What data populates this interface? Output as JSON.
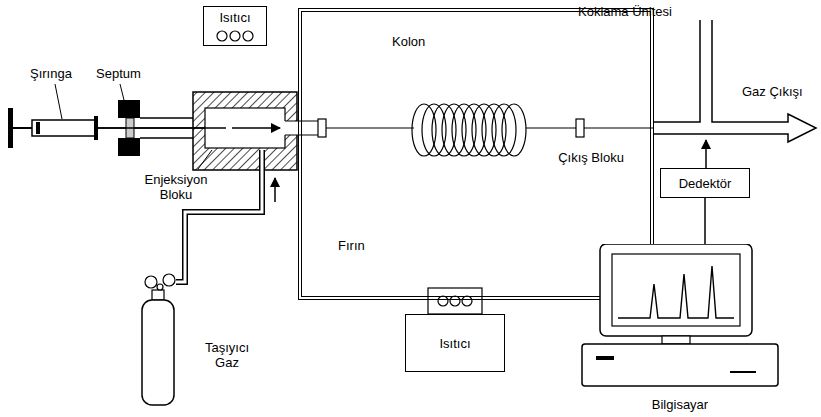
{
  "diagram": {
    "nodes": [
      {
        "text": [
          "Isıtıcı"
        ]
      },
      {
        "text": [
          "Fırın"
        ]
      },
      {
        "text": [
          "Isıtıcı"
        ]
      },
      {
        "text": [
          "Dedektör"
        ]
      },
      {
        "text": [
          "Bilgisayar"
        ]
      }
    ],
    "edges": [
      {
        "from": 3,
        "to": 4,
        "arrow": "none"
      }
    ],
    "labels": [
      "Şırınga",
      "Septum",
      "Enjeksiyon Bloku",
      "Kolon",
      "Çıkış Bloku",
      "Koklama Ünitesi",
      "Gaz Çıkışı",
      "Taşıyıcı Gaz"
    ]
  }
}
